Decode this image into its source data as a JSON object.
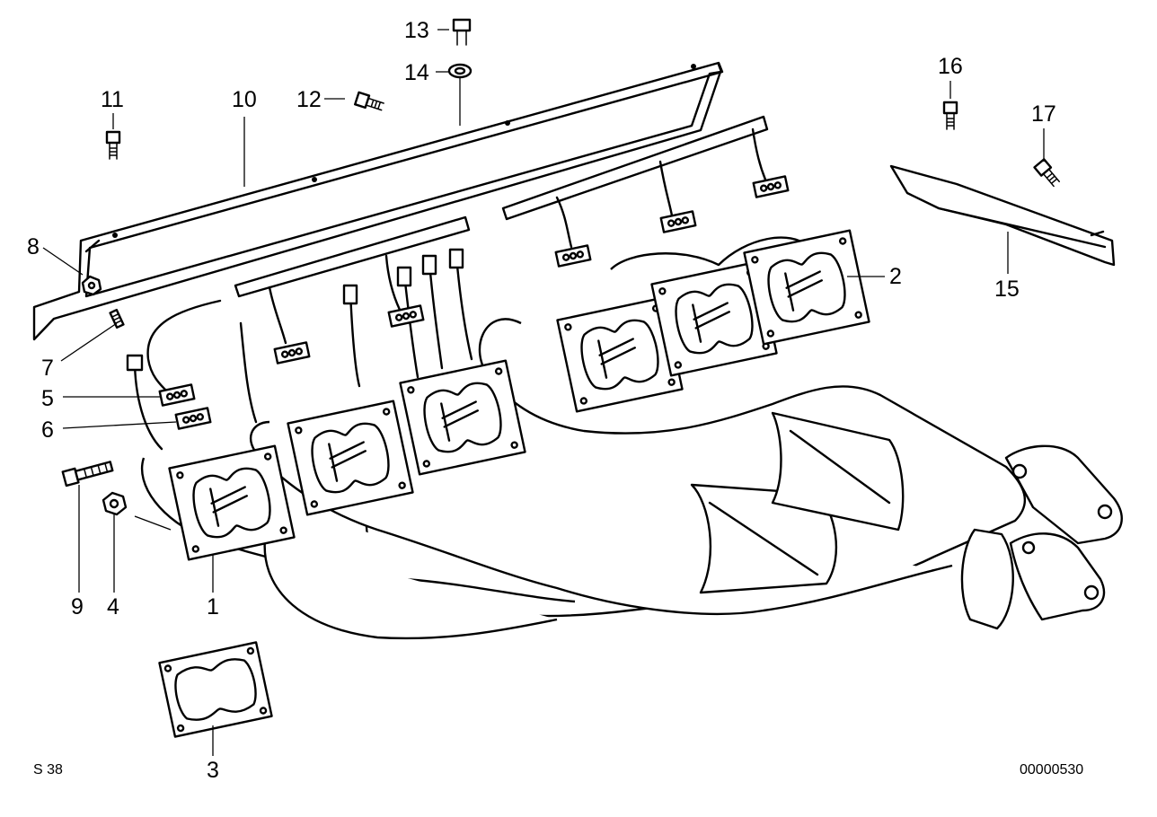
{
  "callouts": {
    "c1": "1",
    "c2": "2",
    "c3": "3",
    "c4": "4",
    "c5": "5",
    "c6": "6",
    "c7": "7",
    "c8": "8",
    "c9": "9",
    "c10": "10",
    "c11": "11",
    "c12": "12",
    "c13": "13",
    "c14": "14",
    "c15": "15",
    "c16": "16",
    "c17": "17"
  },
  "footer": {
    "sheet_code": "S 38",
    "image_number": "00000530"
  },
  "colors": {
    "line": "#000000",
    "background": "#ffffff"
  }
}
